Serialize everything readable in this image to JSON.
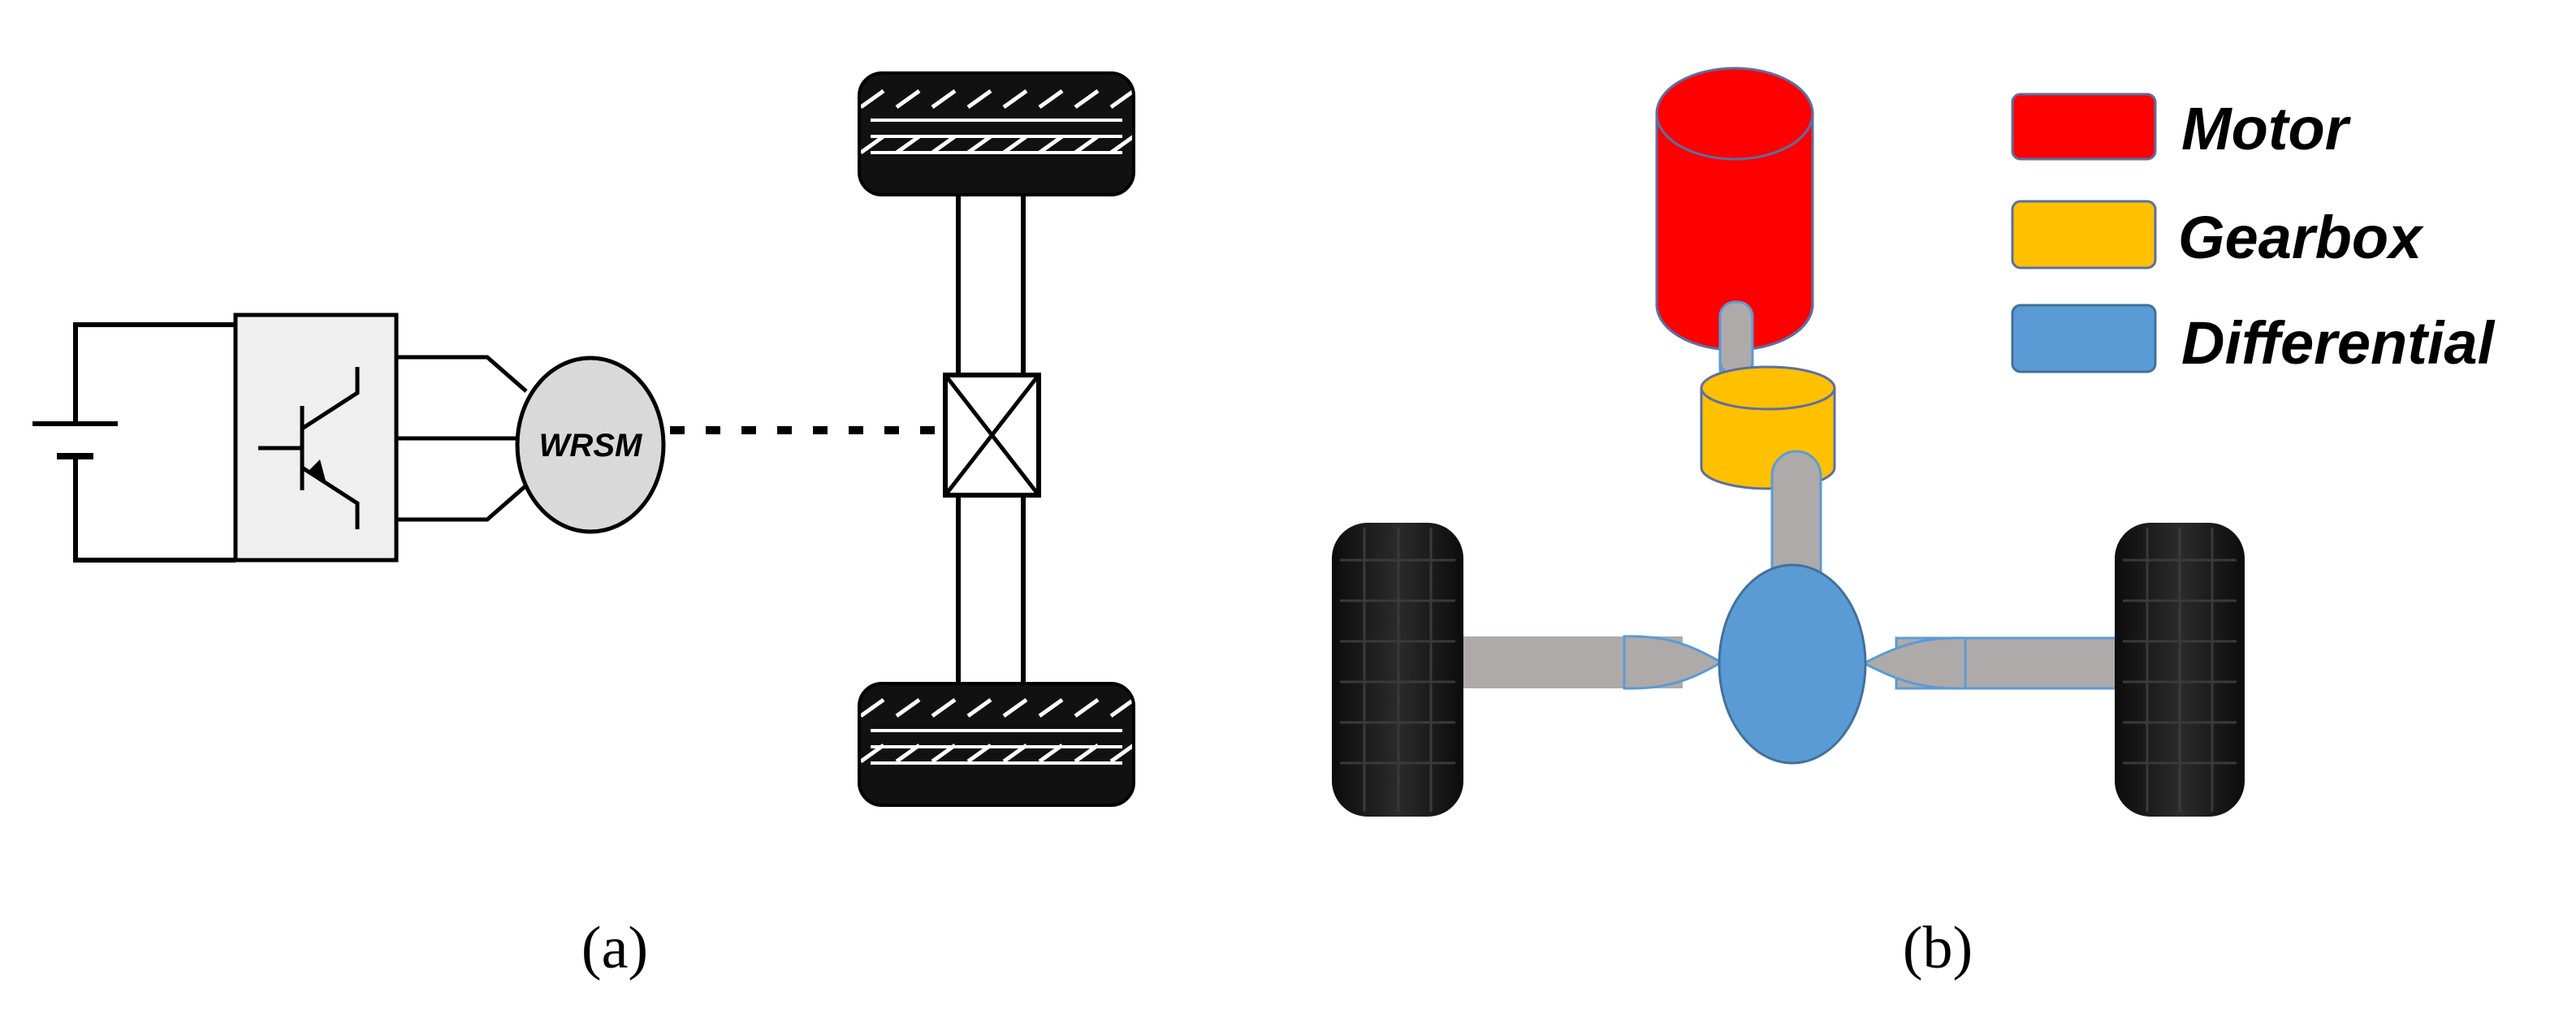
{
  "panel_a": {
    "motor_label": "WRSM",
    "caption": "(a)"
  },
  "panel_b": {
    "legend": [
      {
        "label": "Motor",
        "color": "#ff0000"
      },
      {
        "label": "Gearbox",
        "color": "#ffc000"
      },
      {
        "label": "Differential",
        "color": "#5b9bd5"
      }
    ],
    "caption": "(b)"
  },
  "colors": {
    "line": "#000000",
    "inverter_fill": "#efefef",
    "motor_fill": "#d9d9d9",
    "shaft": "#aeaaaa",
    "tire": "#151515",
    "rim_stroke": "#3a3a3a"
  }
}
